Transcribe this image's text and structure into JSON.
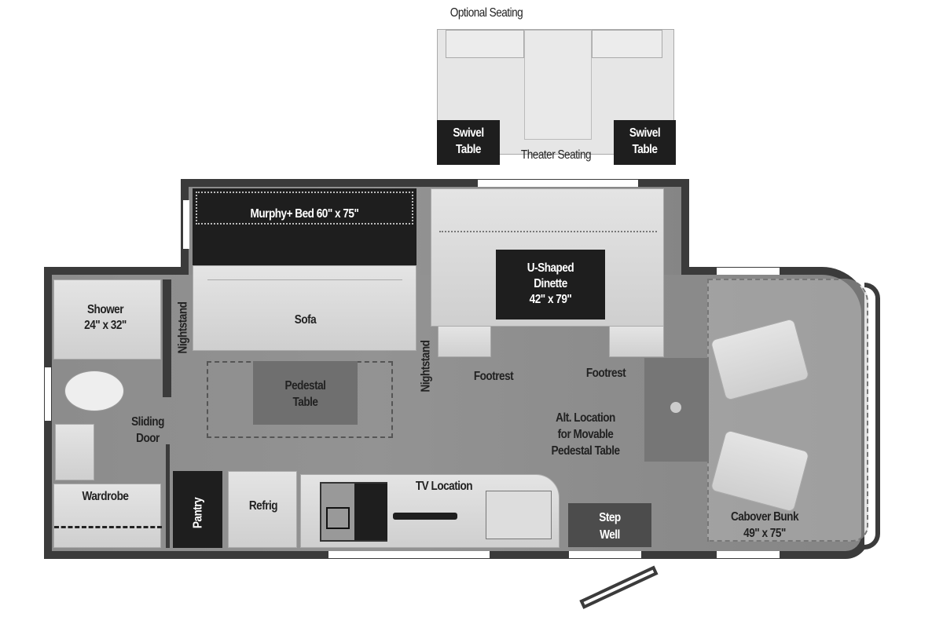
{
  "optional_seating": {
    "title": "Optional Seating",
    "swivel_table_left": [
      "Swivel",
      "Table"
    ],
    "swivel_table_right": [
      "Swivel",
      "Table"
    ],
    "theater_seating": "Theater Seating"
  },
  "floorplan": {
    "murphy_bed": "Murphy+ Bed 60\" x 75\"",
    "sofa": "Sofa",
    "nightstand_left": "Nightstand",
    "nightstand_right": "Nightstand",
    "pedestal_table": [
      "Pedestal",
      "Table"
    ],
    "shower": [
      "Shower",
      "24\" x 32\""
    ],
    "sliding_door": [
      "Sliding",
      "Door"
    ],
    "wardrobe": "Wardrobe",
    "pantry": "Pantry",
    "refrig": "Refrig",
    "tv_location": "TV Location",
    "step_well": [
      "Step",
      "Well"
    ],
    "dinette": [
      "U-Shaped",
      "Dinette",
      "42\" x 79\""
    ],
    "footrest_left": "Footrest",
    "footrest_right": "Footrest",
    "alt_location": [
      "Alt. Location",
      "for Movable",
      "Pedestal Table"
    ],
    "cabover_bunk": [
      "Cabover Bunk",
      "49\" x 75\""
    ]
  }
}
